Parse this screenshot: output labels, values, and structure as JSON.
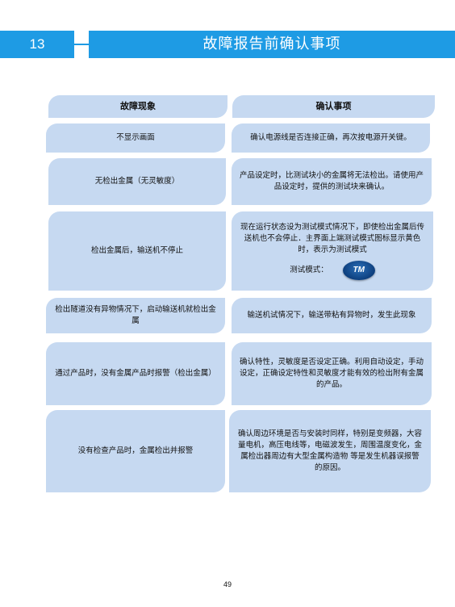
{
  "header": {
    "chapter_number": "13",
    "title": "故障报告前确认事项"
  },
  "table": {
    "col_headers": [
      "故障现象",
      "确认事项"
    ],
    "rows": [
      {
        "symptom": "不显示画面",
        "check": "确认电源线是否连接正确，再次按电源开关键。"
      },
      {
        "symptom": "无检出金属（无灵敏度）",
        "check": "产品设定时，比测试块小的金属将无法检出。请使用产品设定时，提供的测试块来确认。"
      },
      {
        "symptom": "检出金属后，输送机不停止",
        "check": "现在运行状态设为测试模式情况下，即使检出金属后传送机也不会停止．主界面上端测试模式图标显示黄色时，表示为测试模式",
        "mode_label": "测试模式：",
        "mode_icon_text": "TM"
      },
      {
        "symptom": "检出隧道没有异物情况下，启动输送机就检出金属",
        "check": "输送机试情况下，输送带粘有异物时，发生此现象"
      },
      {
        "symptom": "通过产品时，没有金属产品时报警（检出金属）",
        "check": "确认特性，灵敏度是否设定正确。利用自动设定，手动设定，正确设定特性和灵敏度才能有效的检出附有金属的产品。"
      },
      {
        "symptom": "没有检查产品时，金属检出并报警",
        "check": "确认周边环境是否与安装时同样，特别是变频器，大容量电机，高压电线等，电磁波发生，周围温度变化，金属检出器周边有大型金属构造物 等是发生机器误报警的原因。"
      }
    ]
  },
  "footer": {
    "page_number": "49"
  }
}
